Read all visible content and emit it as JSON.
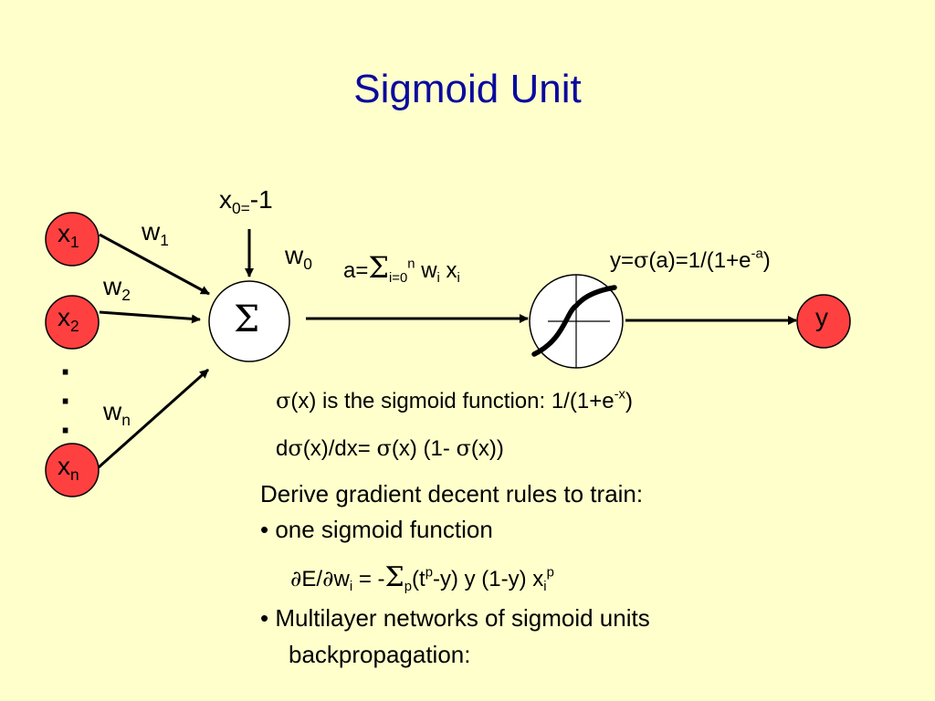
{
  "title": "Sigmoid Unit",
  "diagram": {
    "inputs": [
      {
        "base": "x",
        "sub": "1"
      },
      {
        "base": "x",
        "sub": "2"
      },
      {
        "base": "x",
        "sub": "n"
      }
    ],
    "ellipsis": "·",
    "weights": [
      {
        "base": "w",
        "sub": "1"
      },
      {
        "base": "w",
        "sub": "2"
      },
      {
        "base": "w",
        "sub": "n"
      }
    ],
    "bias_input": {
      "base": "x",
      "sub": "0=",
      "value": "-1"
    },
    "bias_weight": {
      "base": "w",
      "sub": "0"
    },
    "sum_symbol": "Σ",
    "activation_eq": {
      "a_eq": "a=",
      "sum": "Σ",
      "sub": "i=0",
      "sup": "n",
      "w": " w",
      "w_sub": "i",
      "x": " x",
      "x_sub": "i"
    },
    "output_eq": {
      "prefix": "y=",
      "sigma": "σ",
      "mid": "(a)=1/(1+e",
      "sup": "-a",
      "suffix": ")"
    },
    "output_label": "y"
  },
  "notes": {
    "sigmoid_def": {
      "sigma": "σ",
      "text": "(x) is the sigmoid function: 1/(1+e",
      "sup": "-x",
      "end": ")"
    },
    "derivative": {
      "d": "d",
      "sigma1": "σ",
      "mid1": "(x)/dx= ",
      "sigma2": "σ",
      "mid2": "(x) (1- ",
      "sigma3": "σ",
      "end": "(x))"
    },
    "derive": "Derive gradient decent rules to train:",
    "bullet1": "• one sigmoid function",
    "gradient": {
      "p1": "∂",
      "t1": "E/",
      "p2": "∂",
      "t2": "w",
      "wsub": "i",
      "t3": " = -",
      "sum": "Σ",
      "psub": "p",
      "t4": "(t",
      "tsup": "p",
      "t5": "-y) y (1-y) x",
      "xsub": "i",
      "xsup": "p"
    },
    "bullet2": "• Multilayer networks of sigmoid units",
    "bullet2_cont": "backpropagation:"
  },
  "colors": {
    "title": "#0a0a9e",
    "background": "#ffffcc",
    "input_node": "#ff4040",
    "sum_node": "#ffffff"
  }
}
